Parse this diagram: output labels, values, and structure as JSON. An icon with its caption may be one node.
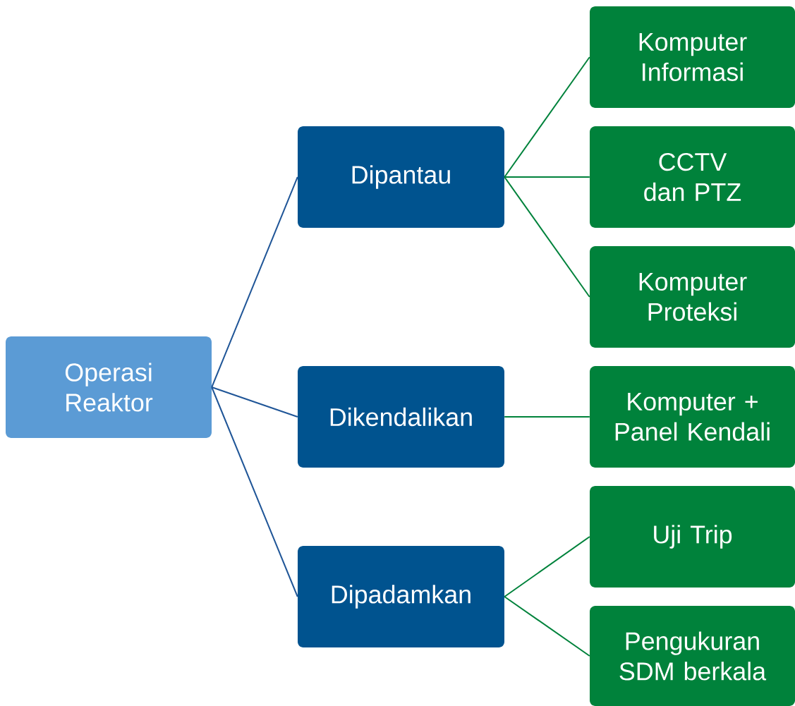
{
  "diagram": {
    "nodes": [
      {
        "text": [
          "Operasi Reaktor"
        ]
      },
      {
        "text": [
          "Dipantau"
        ]
      },
      {
        "text": [
          "Dikendalikan"
        ]
      },
      {
        "text": [
          "Dipadamkan"
        ]
      },
      {
        "text": [
          "Komputer Informasi"
        ]
      },
      {
        "text": [
          "CCTV dan PTZ"
        ]
      },
      {
        "text": [
          "Komputer Proteksi"
        ]
      },
      {
        "text": [
          "Komputer + Panel Kendali"
        ]
      },
      {
        "text": [
          "Uji Trip"
        ]
      },
      {
        "text": [
          "Pengukuran SDM berkala"
        ]
      }
    ],
    "edges": [
      {
        "from": 0,
        "to": 1,
        "arrow": "none",
        "color": "#1f5597"
      },
      {
        "from": 0,
        "to": 2,
        "arrow": "none",
        "color": "#1f5597"
      },
      {
        "from": 0,
        "to": 3,
        "arrow": "none",
        "color": "#1f5597"
      },
      {
        "from": 1,
        "to": 4,
        "arrow": "none"
      },
      {
        "from": 1,
        "to": 5,
        "arrow": "none"
      },
      {
        "from": 1,
        "to": 6,
        "arrow": "none"
      },
      {
        "from": 2,
        "to": 7,
        "arrow": "none"
      },
      {
        "from": 3,
        "to": 8,
        "arrow": "none"
      },
      {
        "from": 3,
        "to": 9,
        "arrow": "none"
      }
    ]
  }
}
